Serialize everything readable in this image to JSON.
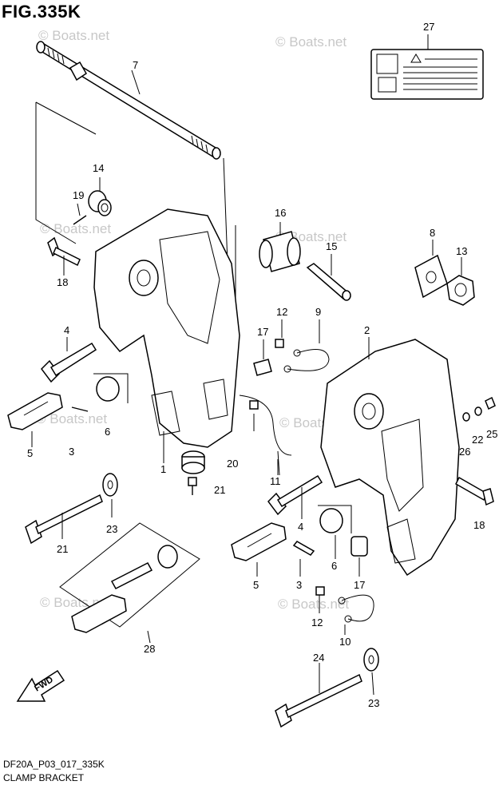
{
  "figure": {
    "title": "FIG.335K",
    "code": "DF20A_P03_017_335K",
    "name": "CLAMP BRACKET"
  },
  "watermark": "© Boats.net",
  "fwd_label": "FWD",
  "callouts": [
    "27",
    "7",
    "14",
    "19",
    "18",
    "16",
    "15",
    "8",
    "13",
    "4",
    "12",
    "9",
    "17",
    "2",
    "5",
    "3",
    "6",
    "1",
    "20",
    "21",
    "11",
    "26",
    "22",
    "25",
    "23",
    "21",
    "18",
    "4",
    "5",
    "3",
    "6",
    "17",
    "12",
    "10",
    "28",
    "24",
    "23"
  ]
}
